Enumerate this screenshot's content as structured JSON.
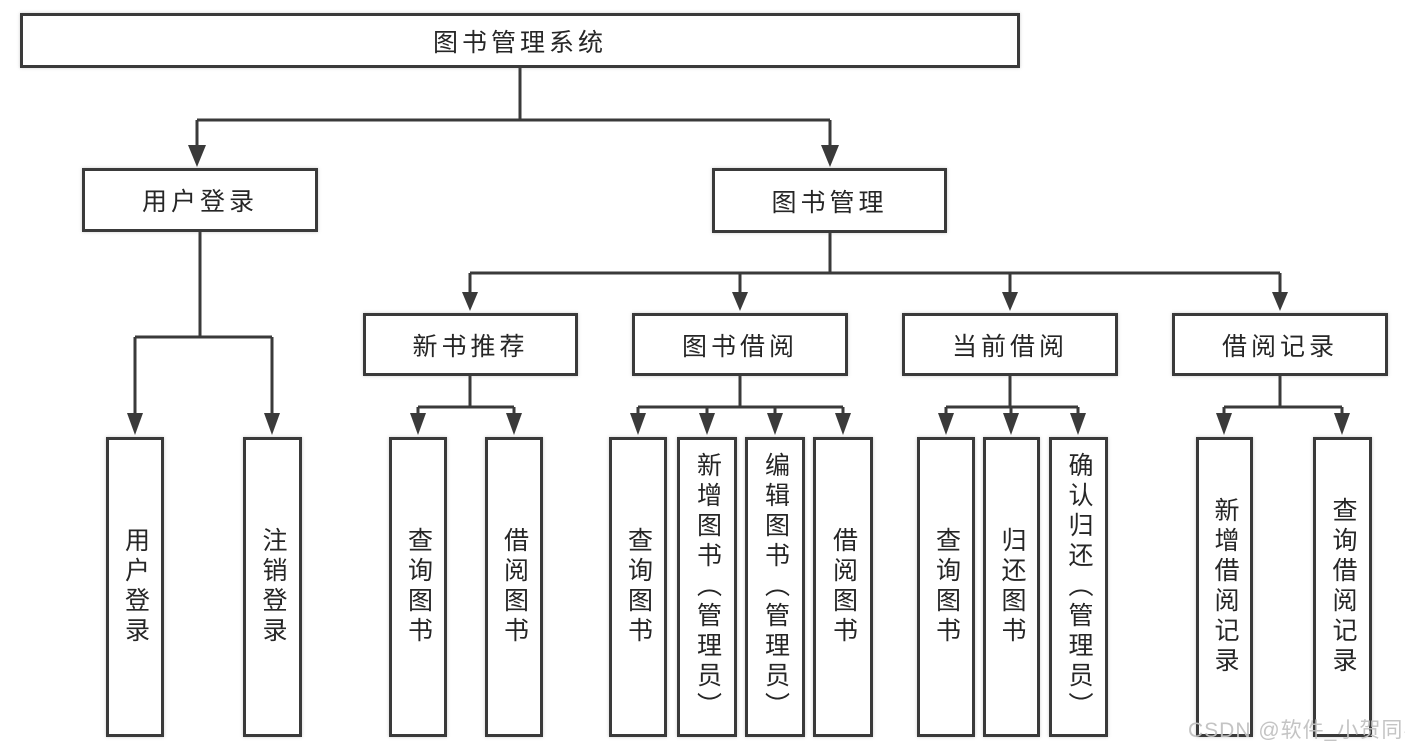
{
  "colors": {
    "line": "#3a3a3a",
    "box_border": "#3a3a3a",
    "box_background": "#ffffff",
    "text": "#262626",
    "watermark": "#c1c1c1"
  },
  "diagram": {
    "type": "tree",
    "root": {
      "label": "图书管理系统"
    },
    "level2": [
      {
        "label": "用户登录",
        "parent": "图书管理系统"
      },
      {
        "label": "图书管理",
        "parent": "图书管理系统"
      }
    ],
    "level3": [
      {
        "label": "新书推荐",
        "parent": "图书管理"
      },
      {
        "label": "图书借阅",
        "parent": "图书管理"
      },
      {
        "label": "当前借阅",
        "parent": "图书管理"
      },
      {
        "label": "借阅记录",
        "parent": "图书管理"
      }
    ],
    "leaves": [
      {
        "label": "用户登录",
        "parent": "用户登录"
      },
      {
        "label": "注销登录",
        "parent": "用户登录"
      },
      {
        "label": "查询图书",
        "parent": "新书推荐"
      },
      {
        "label": "借阅图书",
        "parent": "新书推荐"
      },
      {
        "label": "查询图书",
        "parent": "图书借阅"
      },
      {
        "label": "新增图书（管理员）",
        "parent": "图书借阅"
      },
      {
        "label": "编辑图书（管理员）",
        "parent": "图书借阅"
      },
      {
        "label": "借阅图书",
        "parent": "图书借阅"
      },
      {
        "label": "查询图书",
        "parent": "当前借阅"
      },
      {
        "label": "归还图书",
        "parent": "当前借阅"
      },
      {
        "label": "确认归还（管理员）",
        "parent": "当前借阅"
      },
      {
        "label": "新增借阅记录",
        "parent": "借阅记录"
      },
      {
        "label": "查询借阅记录",
        "parent": "借阅记录"
      }
    ]
  },
  "watermark": {
    "text": "CSDN @软件_小贺同学"
  }
}
